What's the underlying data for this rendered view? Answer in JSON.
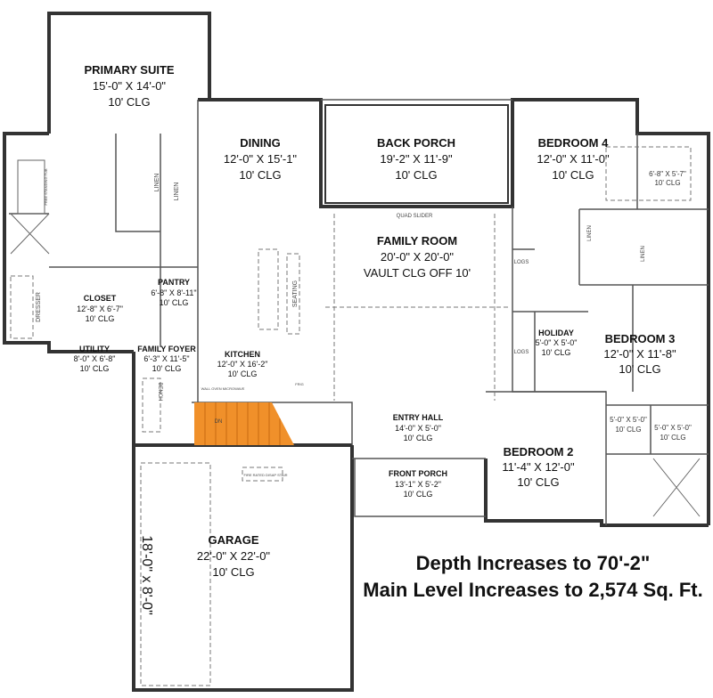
{
  "rooms": {
    "primary_suite": {
      "name": "PRIMARY SUITE",
      "size": "15'-0\" X 14'-0\"",
      "ceiling": "10' CLG"
    },
    "dining": {
      "name": "DINING",
      "size": "12'-0\" X 15'-1\"",
      "ceiling": "10' CLG"
    },
    "back_porch": {
      "name": "BACK PORCH",
      "size": "19'-2\" X 11'-9\"",
      "ceiling": "10' CLG"
    },
    "bedroom4": {
      "name": "BEDROOM 4",
      "size": "12'-0\" X 11'-0\"",
      "ceiling": "10' CLG"
    },
    "bed4_closet": {
      "size": "6'-8\" X 5'-7\"",
      "ceiling": "10' CLG"
    },
    "family_room": {
      "name": "FAMILY ROOM",
      "size": "20'-0\" X 20'-0\"",
      "ceiling": "VAULT CLG OFF 10'"
    },
    "closet": {
      "name": "CLOSET",
      "size": "12'-8\" X 6'-7\"",
      "ceiling": "10' CLG"
    },
    "pantry": {
      "name": "PANTRY",
      "size": "6'-8\" X 8'-11\"",
      "ceiling": "10' CLG"
    },
    "utility": {
      "name": "UTILITY",
      "size": "8'-0\" X 6'-8\"",
      "ceiling": "10' CLG"
    },
    "family_foyer": {
      "name": "FAMILY FOYER",
      "size": "6'-3\" X 11'-5\"",
      "ceiling": "10' CLG"
    },
    "kitchen": {
      "name": "KITCHEN",
      "size": "12'-0\" X 16'-2\"",
      "ceiling": "10' CLG"
    },
    "holiday": {
      "name": "HOLIDAY",
      "size": "5'-0\" X 5'-0\"",
      "ceiling": "10' CLG"
    },
    "bedroom3": {
      "name": "BEDROOM 3",
      "size": "12'-0\" X 11'-8\"",
      "ceiling": "10' CLG"
    },
    "closet_a": {
      "size": "5'-0\" X 5'-0\"",
      "ceiling": "10' CLG"
    },
    "closet_b": {
      "size": "5'-0\" X 5'-0\"",
      "ceiling": "10' CLG"
    },
    "entry_hall": {
      "name": "ENTRY HALL",
      "size": "14'-0\" X 5'-0\"",
      "ceiling": "10' CLG"
    },
    "front_porch": {
      "name": "FRONT PORCH",
      "size": "13'-1\" X 5'-2\"",
      "ceiling": "10' CLG"
    },
    "bedroom2": {
      "name": "BEDROOM 2",
      "size": "11'-4\" X 12'-0\"",
      "ceiling": "10' CLG"
    },
    "garage": {
      "name": "GARAGE",
      "size": "22'-0\" X 22'-0\"",
      "ceiling": "10' CLG"
    }
  },
  "fixtures": {
    "linen": "LINEN",
    "dresser": "DRESSER",
    "seating": "SEATING",
    "bench": "BENCH",
    "logs": "LOGS",
    "quad_slider": "QUAD SLIDER",
    "stair_dn": "DN",
    "wall_oven": "WALL OVEN MICROWAVE",
    "frig": "FRIG",
    "tub": "FREE STANDING TUB",
    "attic_stair": "FIRE RATED DISAP STAIR"
  },
  "garage_door": "18'-0\" x 8'-0\"",
  "notes": {
    "line1": "Depth Increases to 70'-2\"",
    "line2": "Main Level Increases to 2,574 Sq. Ft."
  },
  "colors": {
    "stair_highlight": "#f0902a",
    "walls": "#333333"
  }
}
